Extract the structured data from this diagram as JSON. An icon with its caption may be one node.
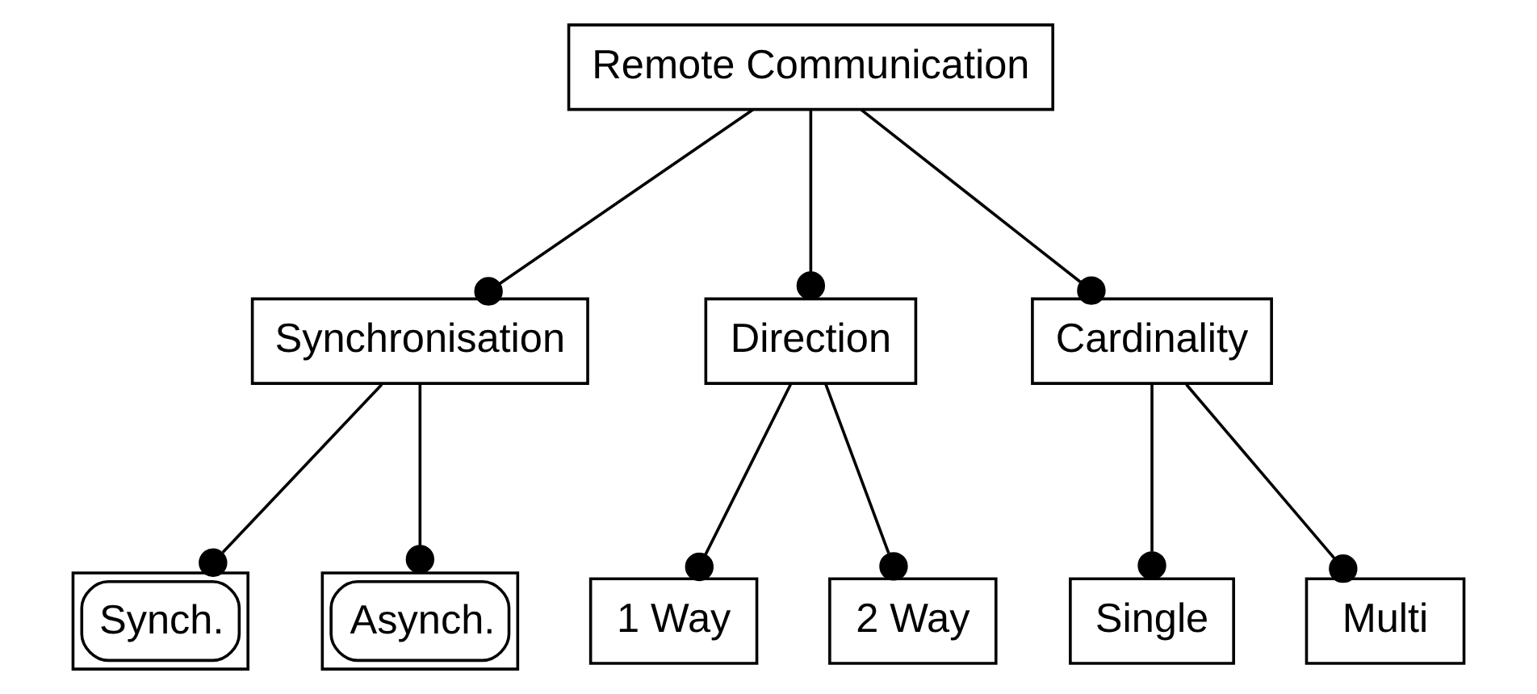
{
  "diagram": {
    "nodes": [
      {
        "text": [
          "Remote Communication"
        ]
      },
      {
        "text": [
          "Synchronisation"
        ]
      },
      {
        "text": [
          "Direction"
        ]
      },
      {
        "text": [
          "Cardinality"
        ]
      },
      {
        "text": [
          "Synch."
        ]
      },
      {
        "text": [
          "Asynch."
        ]
      },
      {
        "text": [
          "1 Way"
        ]
      },
      {
        "text": [
          "2 Way"
        ]
      },
      {
        "text": [
          "Single"
        ]
      },
      {
        "text": [
          "Multi"
        ]
      }
    ],
    "edges": [
      {
        "from": 0,
        "to": 1,
        "arrow": "other"
      },
      {
        "from": 0,
        "to": 2,
        "arrow": "other"
      },
      {
        "from": 0,
        "to": 3,
        "arrow": "other"
      },
      {
        "from": 1,
        "to": 4,
        "arrow": "other"
      },
      {
        "from": 1,
        "to": 5,
        "arrow": "other"
      },
      {
        "from": 2,
        "to": 6,
        "arrow": "other"
      },
      {
        "from": 2,
        "to": 7,
        "arrow": "other"
      },
      {
        "from": 3,
        "to": 8,
        "arrow": "other"
      },
      {
        "from": 3,
        "to": 9,
        "arrow": "other"
      }
    ]
  }
}
